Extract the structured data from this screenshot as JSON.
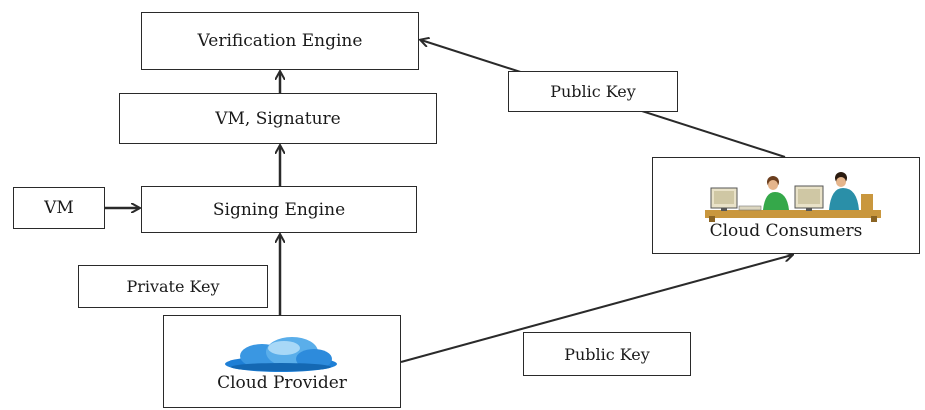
{
  "nodes": {
    "verification_engine": "Verification Engine",
    "vm_signature": "VM, Signature",
    "signing_engine": "Signing Engine",
    "vm": "VM",
    "private_key": "Private Key",
    "public_key_top": "Public Key",
    "public_key_bottom": "Public Key",
    "cloud_provider": "Cloud Provider",
    "cloud_consumers": "Cloud Consumers"
  },
  "icons": {
    "cloud_provider": "cloud-icon",
    "cloud_consumers": "people-at-computer-icon"
  },
  "colors": {
    "line": "#2a2a2a",
    "cloud_blue": "#1e7fd6",
    "cloud_light": "#8cc8f2",
    "desk": "#c9973e",
    "shirt_green": "#35a84a",
    "shirt_teal": "#2a8fa8"
  }
}
